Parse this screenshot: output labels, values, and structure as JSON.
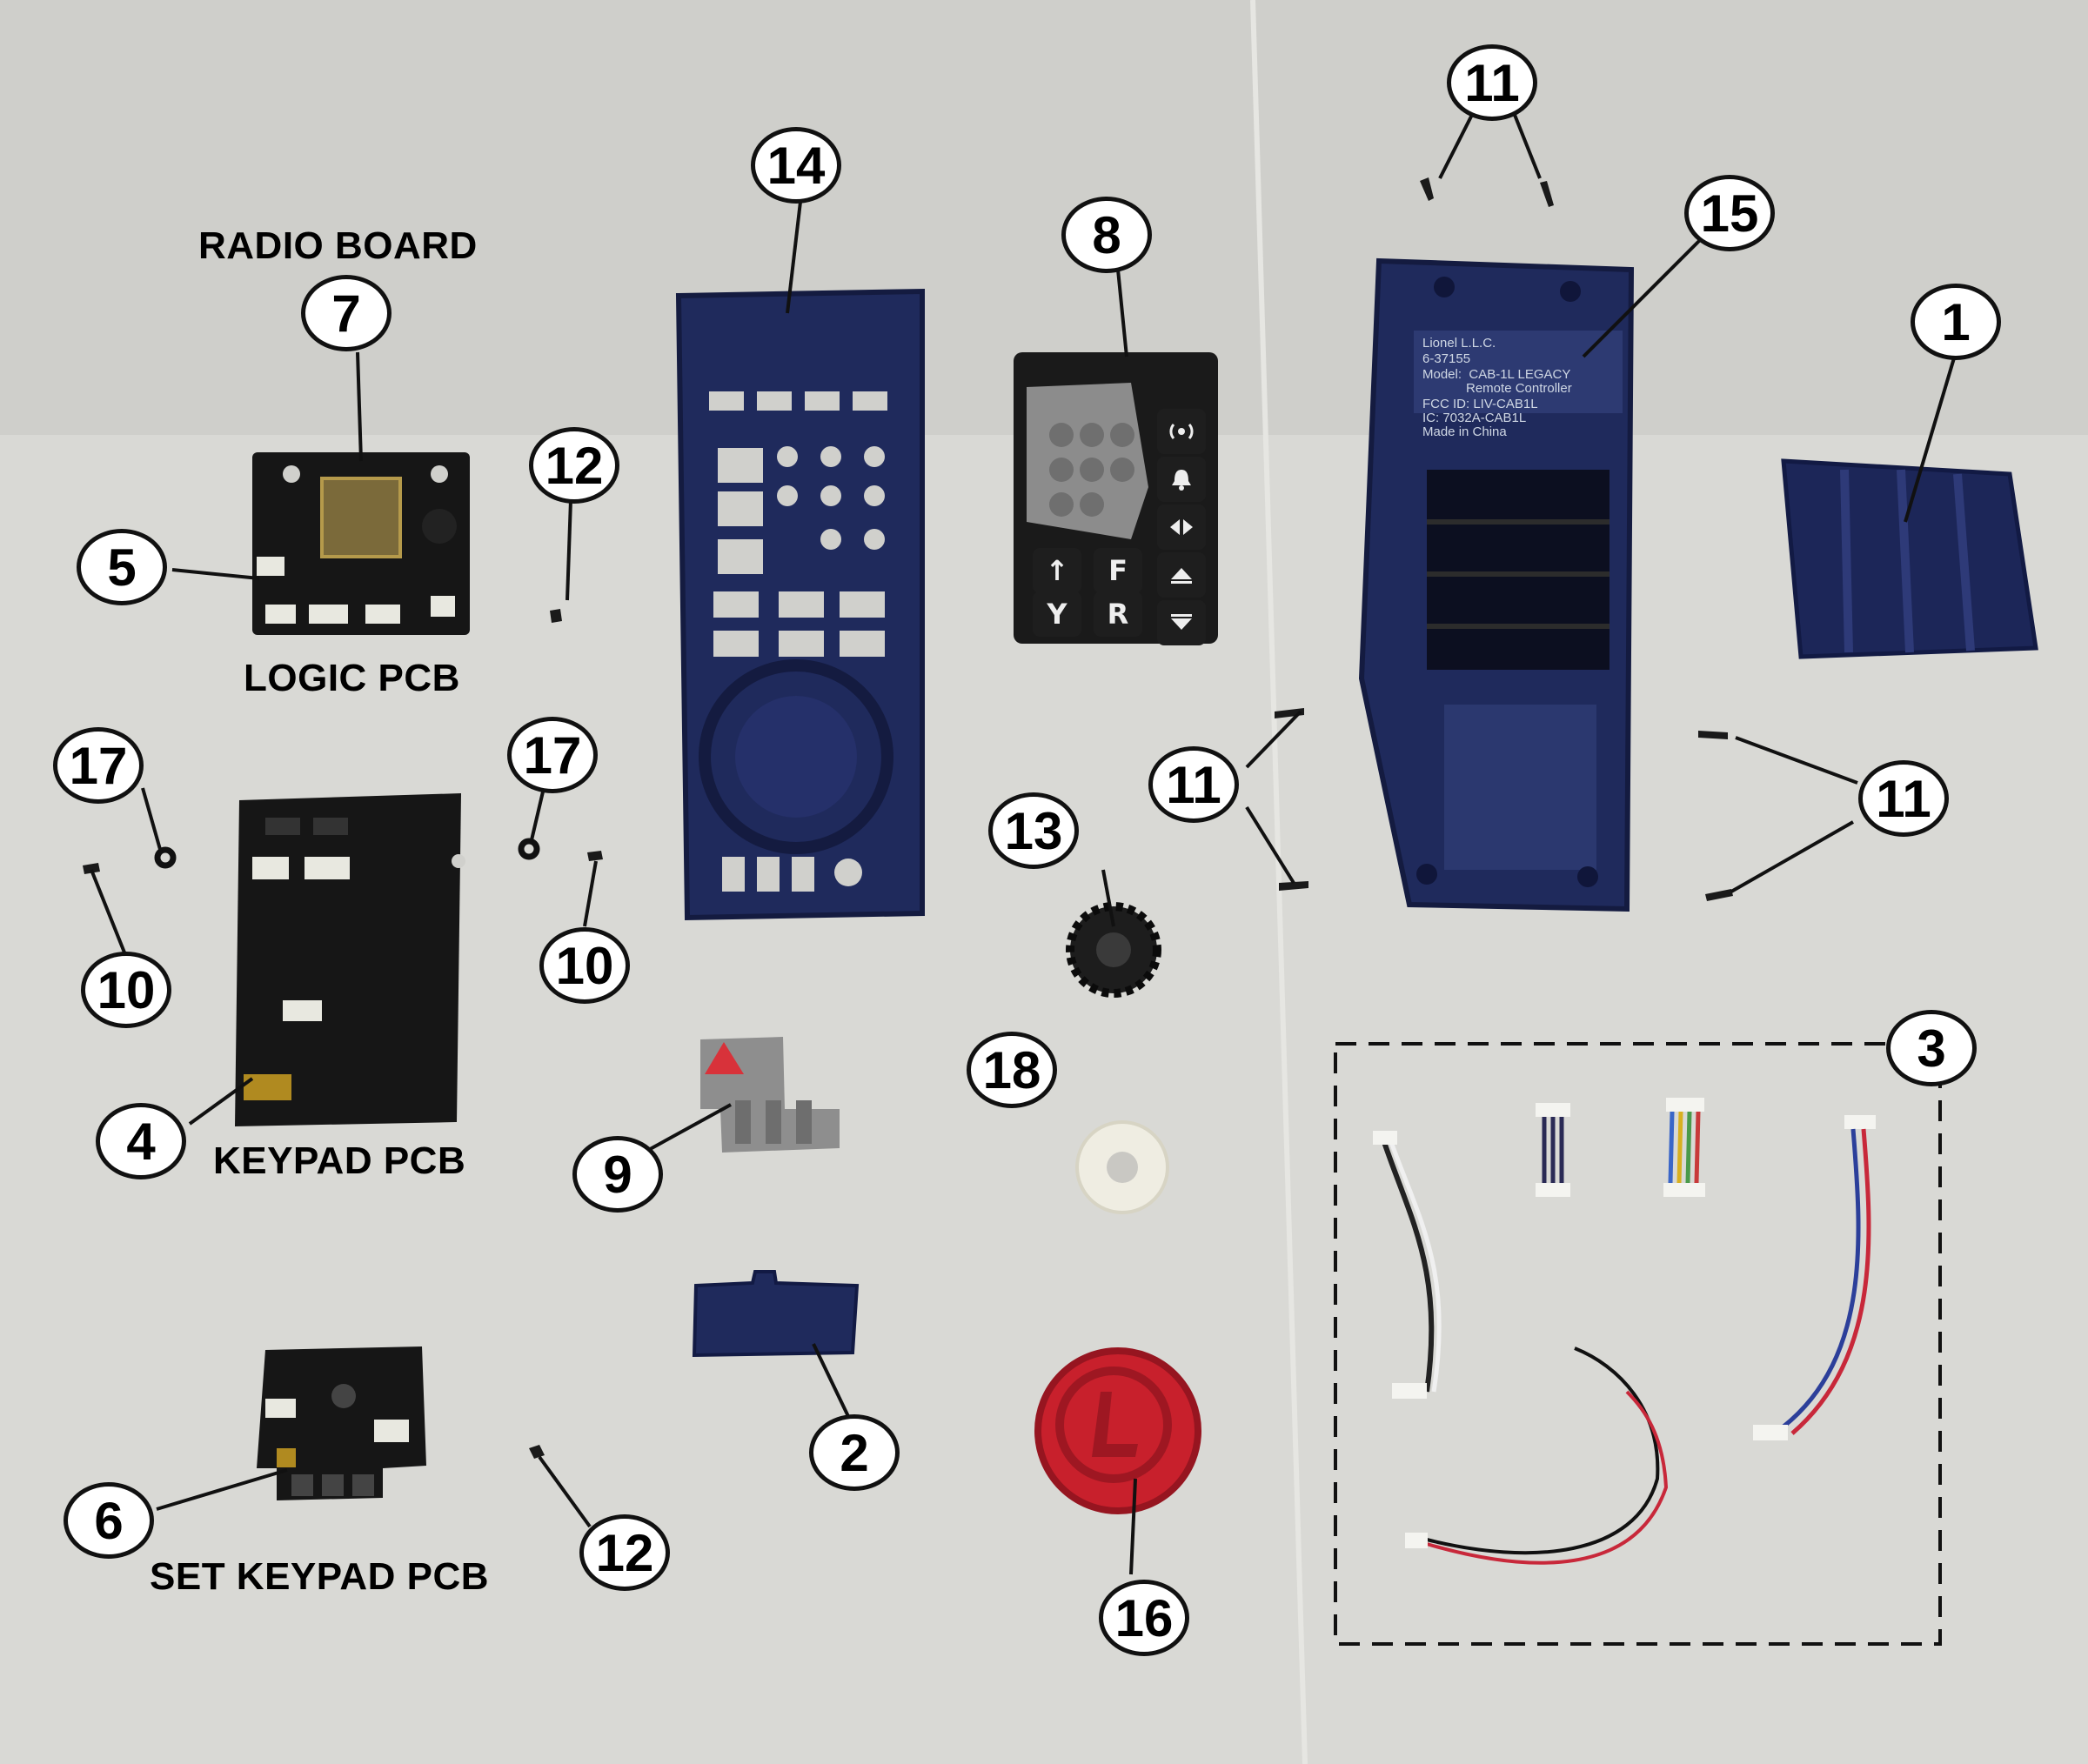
{
  "labels": {
    "radio_board": "RADIO BOARD",
    "logic_pcb": "LOGIC PCB",
    "keypad_pcb": "KEYPAD PCB",
    "set_keypad_pcb": "SET KEYPAD PCB"
  },
  "callouts": {
    "c1": "1",
    "c2": "2",
    "c3": "3",
    "c4": "4",
    "c5": "5",
    "c6": "6",
    "c7": "7",
    "c8": "8",
    "c9": "9",
    "c10a": "10",
    "c10b": "10",
    "c11a": "11",
    "c11b": "11",
    "c11c": "11",
    "c12a": "12",
    "c12b": "12",
    "c13": "13",
    "c14": "14",
    "c15": "15",
    "c16": "16",
    "c17a": "17",
    "c17b": "17",
    "c18": "18"
  },
  "keypad_keys": {
    "k_up": "↑",
    "k_f": "F",
    "k_y": "Y",
    "k_r": "R"
  },
  "shell_label": {
    "line1": "Lionel L.L.C.",
    "line2": "6-37155",
    "line3": "Model:  CAB-1L LEGACY",
    "line4": "            Remote Controller",
    "line5": "FCC ID: LIV-CAB1L",
    "line6": "IC: 7032A-CAB1L",
    "line7": "Made in China"
  },
  "colors": {
    "background": "#d8d8d4",
    "housing_blue": "#1f2a5c",
    "pcb_black": "#161616",
    "knob_red": "#c8202c"
  }
}
